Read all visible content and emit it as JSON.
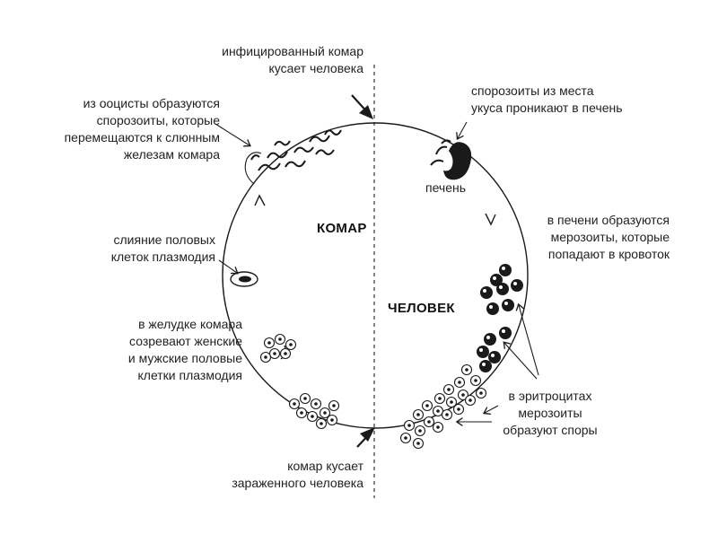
{
  "regions": {
    "mosquito": "КОМАР",
    "human": "ЧЕЛОВЕК"
  },
  "labels": {
    "infected_bites": "инфицированный комар\nкусает человека",
    "sporozoites_form": "из ооцисты образуются\nспорозоиты, которые\nперемещаются к слюнным\nжелезам комара",
    "sporozoites_liver": "спорозоиты из места\nукуса проникают в печень",
    "liver": "печень",
    "merozoites_liver": "в печени образуются\nмерозоиты, которые\nпопадают в кровоток",
    "fusion": "слияние половых\nклеток плазмодия",
    "stomach": "в желудке комара\nсозревают женские\nи мужские половые\nклетки плазмодия",
    "erythrocytes": "в эритроцитах\nмерозоиты\nобразуют споры",
    "bites_infected": "комар кусает\nзараженного человека"
  },
  "colors": {
    "stroke": "#1a1a1a",
    "background": "#ffffff"
  }
}
